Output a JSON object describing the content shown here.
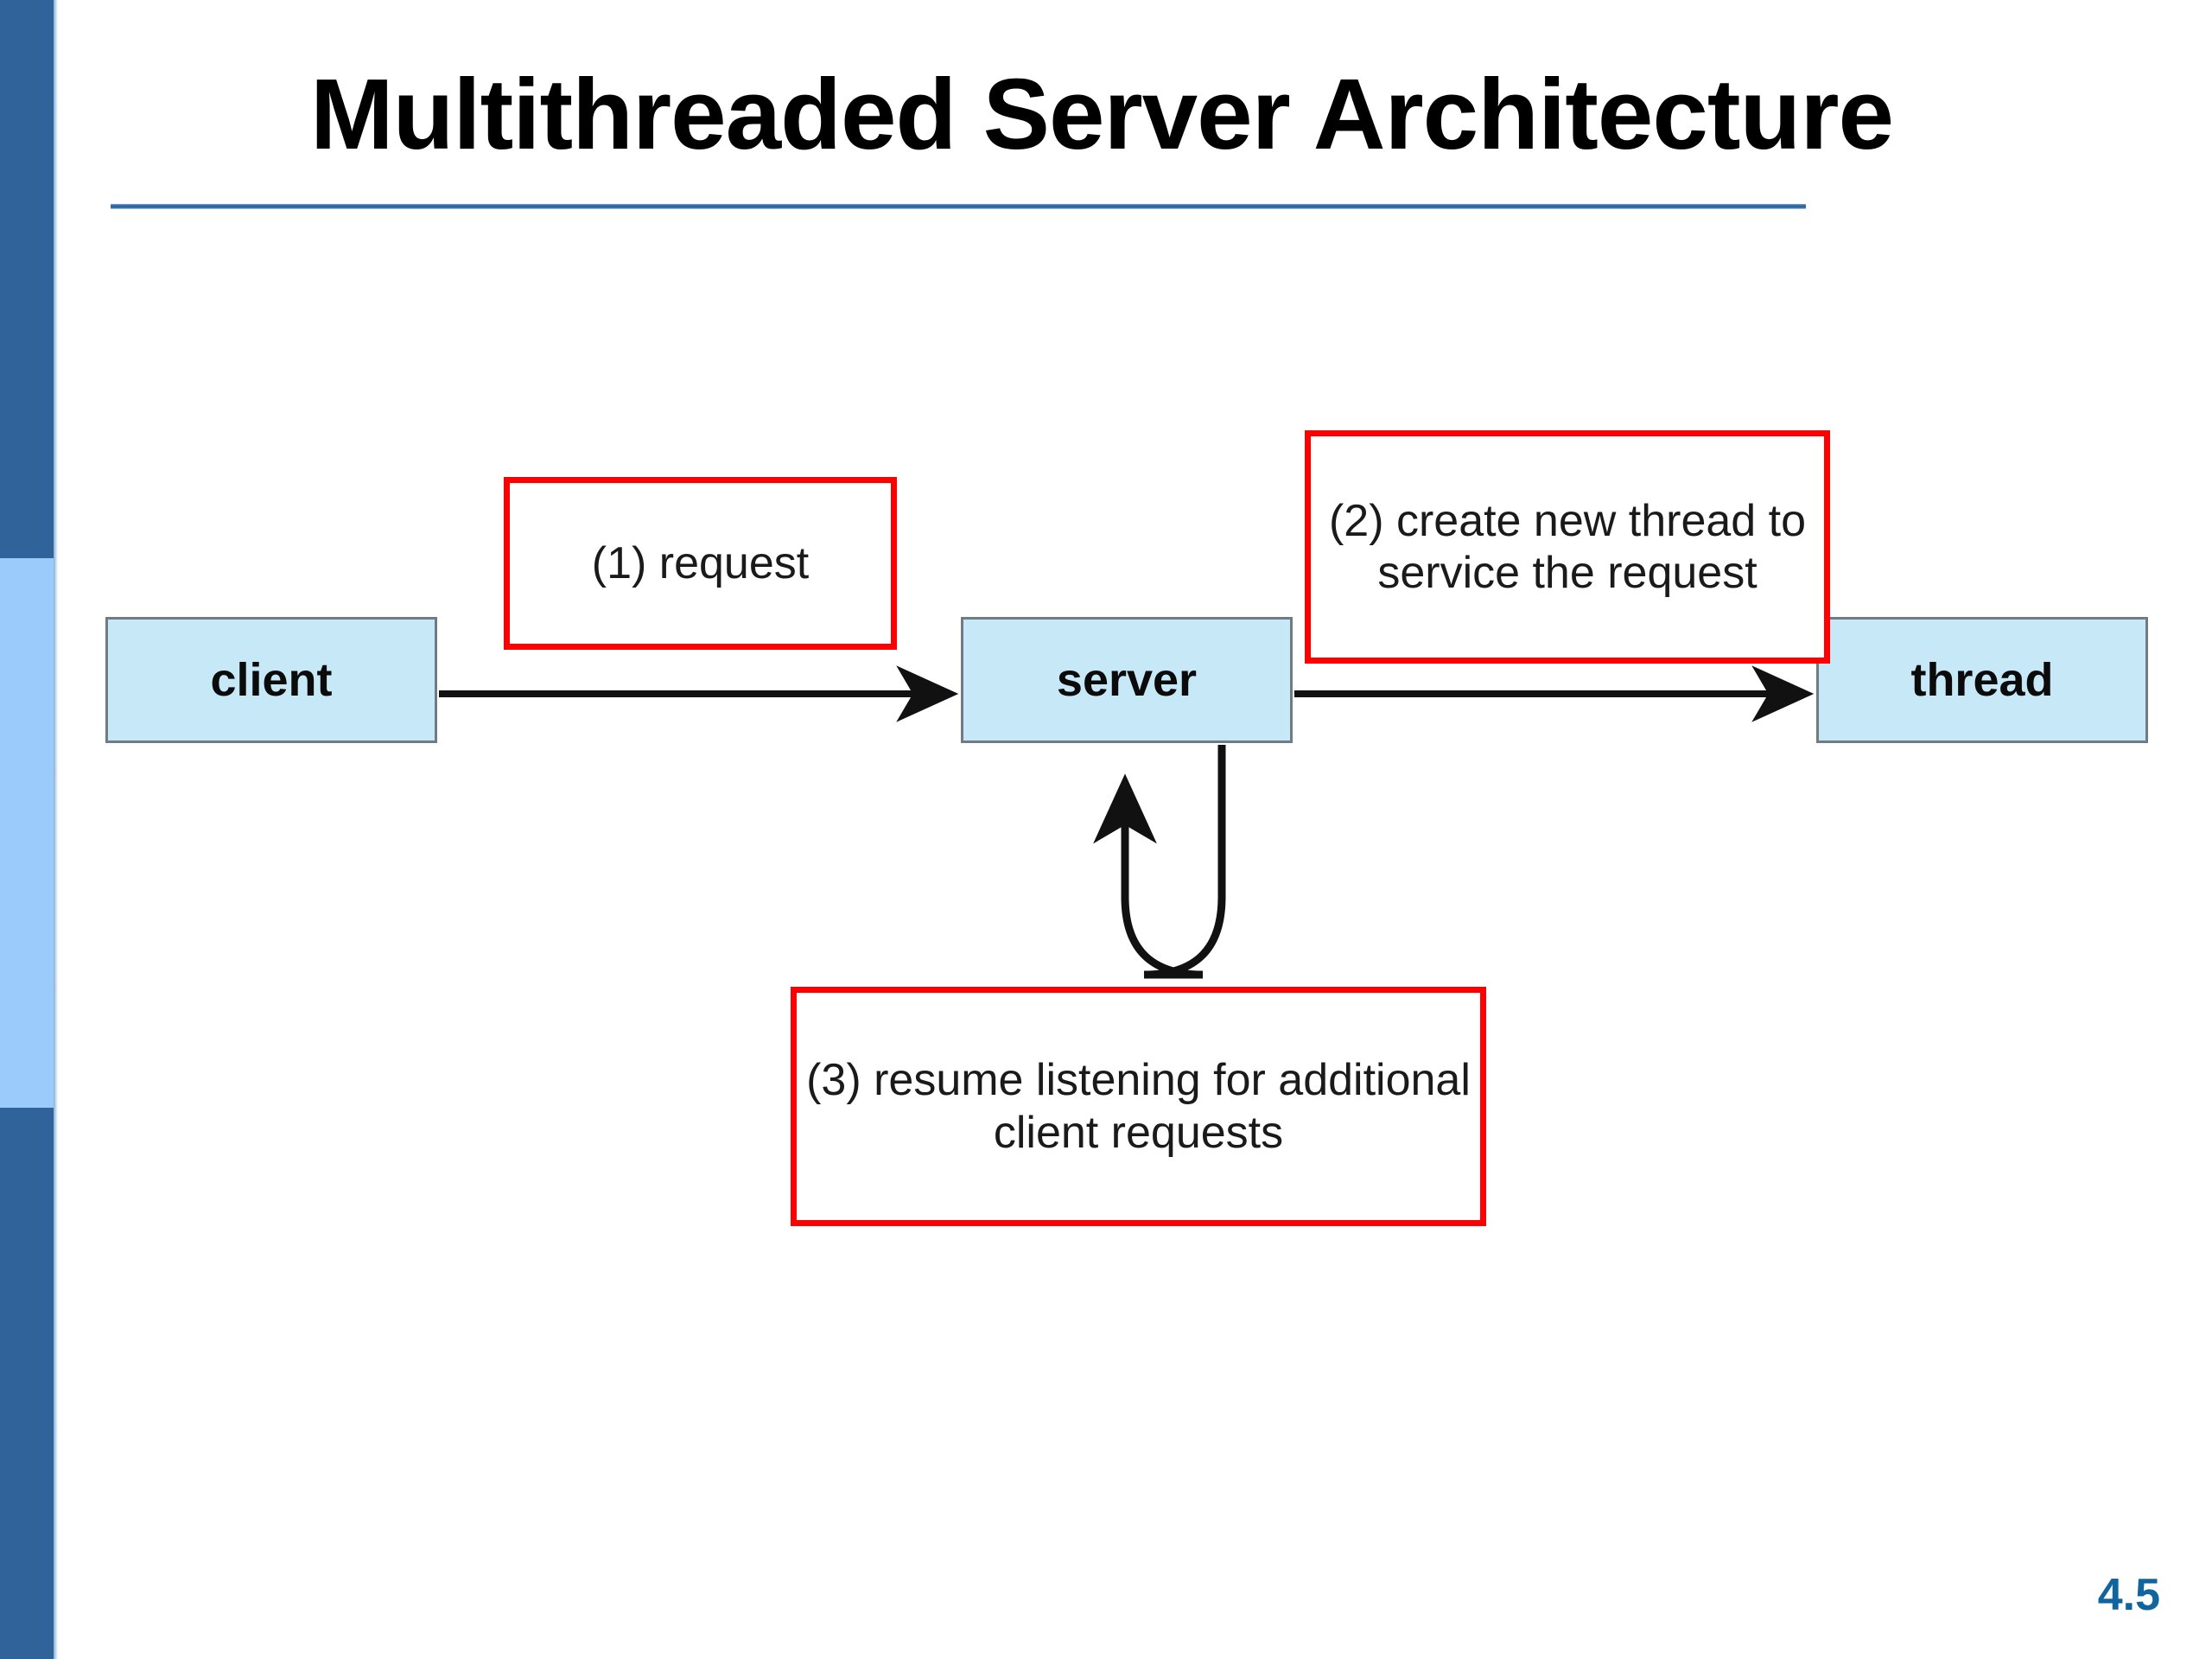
{
  "slide": {
    "title": "Multithreaded Server Architecture",
    "page_number": "4.5",
    "accent_color": "#2f6399",
    "sidebar_light_color": "#9bcbfb",
    "node_fill_color": "#c6e8f7",
    "node_border_color": "#707b84",
    "callout_border_color": "#ff0000",
    "page_number_color": "#10659f"
  },
  "diagram": {
    "nodes": [
      {
        "id": "client",
        "label": "client"
      },
      {
        "id": "server",
        "label": "server"
      },
      {
        "id": "thread",
        "label": "thread"
      }
    ],
    "callouts": [
      {
        "id": "step-1",
        "text": "(1) request"
      },
      {
        "id": "step-2",
        "text": "(2) create new thread to service the request"
      },
      {
        "id": "step-3",
        "text": "(3) resume listening for additional client requests"
      }
    ],
    "edges": [
      {
        "id": "client-to-server",
        "from": "client",
        "to": "server",
        "style": "straight-arrow"
      },
      {
        "id": "server-to-thread",
        "from": "server",
        "to": "thread",
        "style": "straight-arrow"
      },
      {
        "id": "server-self-loop",
        "from": "server",
        "to": "server",
        "style": "u-turn-loop-arrow"
      }
    ]
  }
}
